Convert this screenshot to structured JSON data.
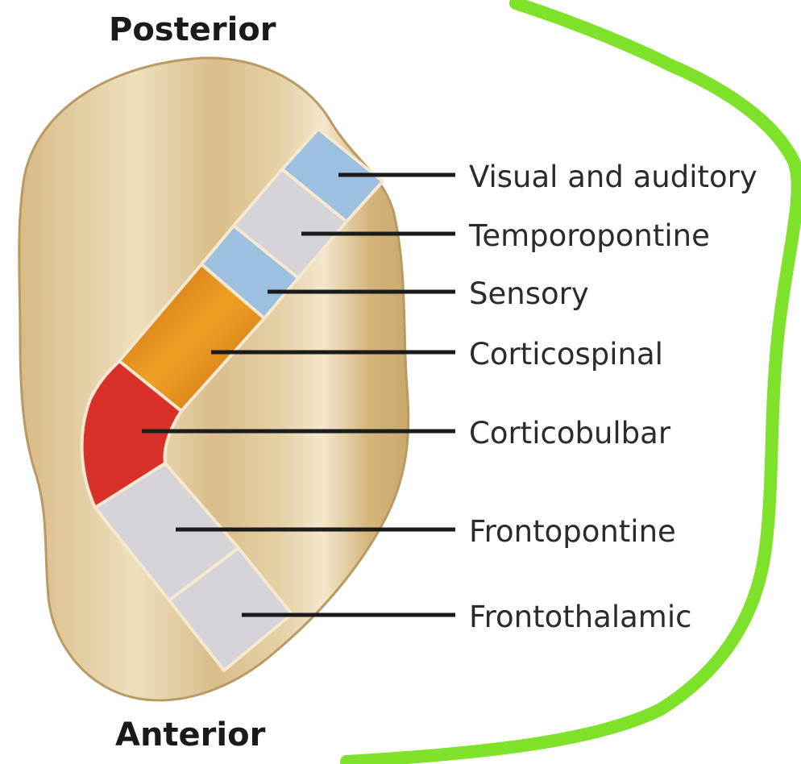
{
  "orientation": {
    "top": "Posterior",
    "bottom": "Anterior"
  },
  "tracts": [
    {
      "label": "Visual and auditory",
      "color": "#9dbfe0"
    },
    {
      "label": "Temporopontine",
      "color": "#d6d3d8"
    },
    {
      "label": "Sensory",
      "color": "#9dbfe0"
    },
    {
      "label": "Corticospinal",
      "color": "#e38a18"
    },
    {
      "label": "Corticobulbar",
      "color": "#d9302a"
    },
    {
      "label": "Frontopontine",
      "color": "#d6d3d8"
    },
    {
      "label": "Frontothalamic",
      "color": "#d6d3d8"
    }
  ],
  "colors": {
    "capsule_fill": "#dcc08f",
    "capsule_highlight": "#f1e3c4",
    "annotation_stroke": "#7ee22a"
  }
}
